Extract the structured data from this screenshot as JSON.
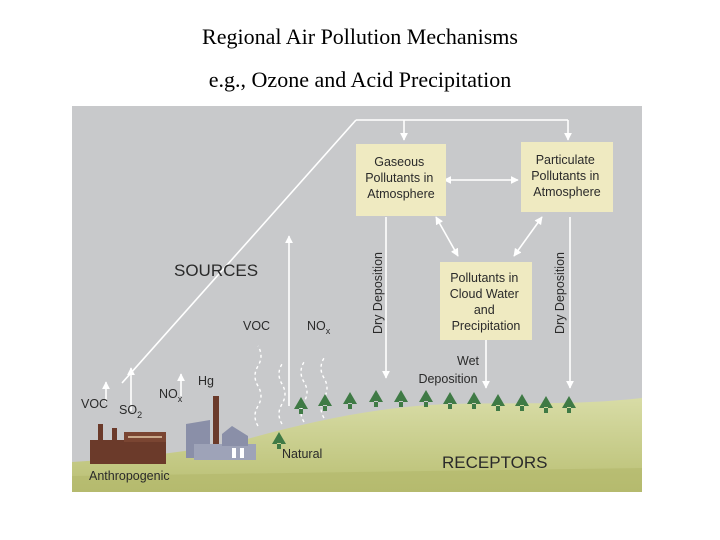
{
  "title": "Regional Air Pollution Mechanisms",
  "subtitle": "e.g., Ozone and Acid Precipitation",
  "diagram": {
    "boxes": {
      "gaseous": [
        "Gaseous",
        "Pollutants in",
        "Atmosphere"
      ],
      "particulate": [
        "Particulate",
        "Pollutants in",
        "Atmosphere"
      ],
      "cloud": [
        "Pollutants in",
        "Cloud Water",
        "and",
        "Precipitation"
      ]
    },
    "labels": {
      "sources": "SOURCES",
      "receptors": "RECEPTORS",
      "anthropogenic": "Anthropogenic",
      "natural": "Natural",
      "dry_deposition": "Dry Deposition",
      "wet": "Wet",
      "deposition": "Deposition",
      "voc": "VOC",
      "so": "SO",
      "so_sub": "2",
      "no": "NO",
      "no_sub": "x",
      "hg": "Hg"
    },
    "colors": {
      "sky": "#c8c9cb",
      "box": "#efeac1",
      "ground": "#c7cc8a",
      "tree": "#3f7a45",
      "arrow": "#ffffff",
      "factory": "#6b3a2a",
      "plant": "#8a8fa8"
    }
  }
}
